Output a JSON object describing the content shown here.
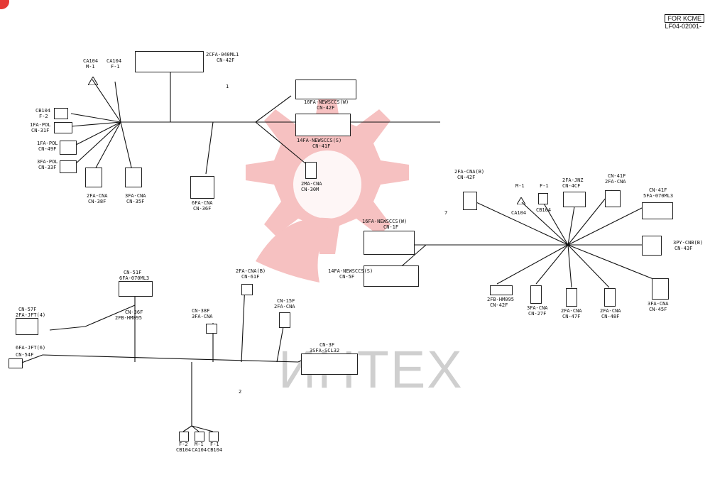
{
  "header": {
    "for_label": "FOR KCME",
    "code": "LF04-02001-"
  },
  "watermark": {
    "text": "ИНТЕХ",
    "gear_color": "#f5b8b8",
    "text_color": "#cccccc"
  },
  "labels": {
    "ca104_top": "CA104",
    "m1_top": "M-1",
    "ca104_top2": "CA104",
    "f1_top": "F-1",
    "cn42f_top_name": "2CFA-040ML1",
    "cn42f_top_sub": "CN-42F",
    "cb104_left": "CB104",
    "cb104_left_sub": "F-2",
    "pol_1_name": "1FA-POL",
    "pol_1_sub": "CN-31F",
    "pol_2_name": "1FA-POL",
    "pol_2_sub": "CN-49F",
    "pol_3_name": "3FA-POL",
    "pol_3_sub": "CN-33F",
    "cna_left_1": "2FA-CNA",
    "cna_left_1_sub": "CN-38F",
    "cna_left_2": "3FA-CNA",
    "cna_left_2_sub": "CN-35F",
    "cna_center_1": "6FA-CNA",
    "cna_center_1_sub": "CN-36F",
    "newsccs_top": "16FA-NEWSCCS(W)",
    "newsccs_top_sub": "CN-42F",
    "newsccs_mid": "14FA-NEWSCCS(S)",
    "newsccs_mid_sub": "CN-41F",
    "cna_small": "2MA-CNA",
    "cna_small_sub": "CN-30M",
    "wire_one": "1",
    "wire_two": "2",
    "wire_seven": "7",
    "newsccs_bottom": "16FA-NEWSCCS(W)",
    "newsccs_bottom_sub": "CN-1F",
    "newsccs_lower": "14FA-NEWSCCS(S)",
    "newsccs_lower_sub": "CN-5F",
    "right_cna": "2FA-CNA(B)",
    "right_cna_sub": "CN-42F",
    "m1_right": "M-1",
    "m1_right_sub": "CA104",
    "f1_right": "F-1",
    "f1_right_sub": "CB104",
    "jnz": "2FA-JNZ",
    "jnz_sub": "CN-4CF",
    "cna_right_2": "2FA-CNA",
    "cna_right_2_sub": "CN-41F",
    "cnr_right": "5FA-070ML3",
    "cnr_right_sub": "CN-41F",
    "spy": "3PY-CNB(B)",
    "spy_sub": "CN-43F",
    "hm": "2FB-HM095",
    "hm_sub": "CN-42F",
    "cna_r3": "3FA-CNA",
    "cna_r3_sub": "CN-27F",
    "cna_r4": "2FA-CNA",
    "cna_r4_sub": "CN-47F",
    "cna_r5": "2FA-CNA",
    "cna_r5_sub": "CN-48F",
    "cna_r6": "3FA-CNA",
    "cna_r6_sub": "CN-45F",
    "bl_1": "CN-57F",
    "bl_1_sub": "2FA-JFT(4)",
    "bl_2": "CN-54F",
    "bl_2_sub": "6FA-JFT(6)",
    "bc_1": "CN-51F",
    "bc_1_sub": "6FA-070ML3",
    "bc_2": "CN-36F",
    "bc_2_sub": "2FB-HM095",
    "bc_3": "3FA-CNA",
    "bc_3_sub": "CN-38F",
    "bc_4": "CN-61F",
    "bc_4_sub": "2FA-CNA(B)",
    "bc_5": "CN-15F",
    "bc_5_sub": "2FA-CNA",
    "bc_6": "CN-3F",
    "bc_6_sub": "3SFA-SCL32",
    "bottom_1": "F-2",
    "bottom_1_sub": "CB104",
    "bottom_2": "M-1",
    "bottom_2_sub": "CA104",
    "bottom_3": "F-1",
    "bottom_3_sub": "CB104"
  }
}
